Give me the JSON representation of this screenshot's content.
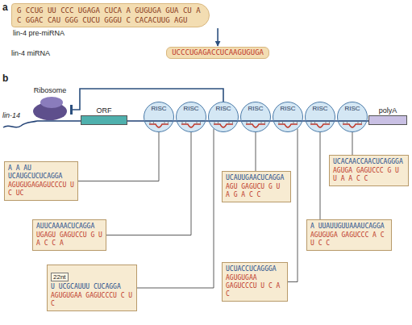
{
  "diagram": {
    "nodes": [
      {
        "text": [
          "G CCUG UU CCC UGAGA CUCA A GUGUGA GUA CU A",
          "C GGAC CAU GGG CUCU GGGU C CACACUUG AGU",
          "lin-4 pre-miRNA"
        ]
      },
      {
        "text": [
          "lin-4 miRNA",
          "UCCCUGAGACCUCAAGUGUGA"
        ]
      },
      {
        "text": [
          "Ribosome"
        ]
      },
      {
        "text": [
          "ORF"
        ]
      },
      {
        "text": [
          "RISC"
        ]
      },
      {
        "text": [
          "RISC"
        ]
      },
      {
        "text": [
          "RISC"
        ]
      },
      {
        "text": [
          "RISC"
        ]
      },
      {
        "text": [
          "RISC"
        ]
      },
      {
        "text": [
          "RISC"
        ]
      },
      {
        "text": [
          "RISC"
        ]
      },
      {
        "text": [
          "polyA"
        ]
      },
      {
        "text": [
          "A A AU UCAUGCUCUCAGGA",
          "AGUGUGAGAGUCCCU U C UC"
        ]
      },
      {
        "text": [
          "AUUCAAAACUCAGGA",
          "UGAGU GAGUCCU G U A C C A"
        ]
      },
      {
        "text": [
          "22nt",
          "U UCGCAUUU CUCAGGA",
          "AGUGUGAA GAGUCCCU C U C"
        ]
      },
      {
        "text": [
          "UCAUUGAACUCAGGA",
          "AGU GAGUCU G U A G A C C"
        ]
      },
      {
        "text": [
          "UCUACCUCAGGGA",
          "AGUGUGAA GAGUCCCU U C A C"
        ]
      },
      {
        "text": [
          "A UUAUUGUUAAAUCAGGA",
          "AGUGUGA GAGUCCC A C U C C"
        ]
      },
      {
        "text": [
          "UCACAACCAACUCAGGGA",
          "AGUGA GAGUCCC G U U A A C C"
        ]
      }
    ],
    "edges": [
      {
        "from": 0,
        "to": 1,
        "arrow": "to"
      },
      {
        "from": 6,
        "to": 2,
        "arrow": "to"
      },
      {
        "from": 4,
        "to": 12,
        "arrow": "none"
      },
      {
        "from": 5,
        "to": 13,
        "arrow": "none"
      },
      {
        "from": 6,
        "to": 14,
        "arrow": "none"
      },
      {
        "from": 7,
        "to": 15,
        "arrow": "none"
      },
      {
        "from": 8,
        "to": 16,
        "arrow": "none"
      },
      {
        "from": 9,
        "to": 17,
        "arrow": "none"
      },
      {
        "from": 10,
        "to": 18,
        "arrow": "none"
      }
    ],
    "labels": [
      "a",
      "b",
      "lin-14"
    ]
  }
}
